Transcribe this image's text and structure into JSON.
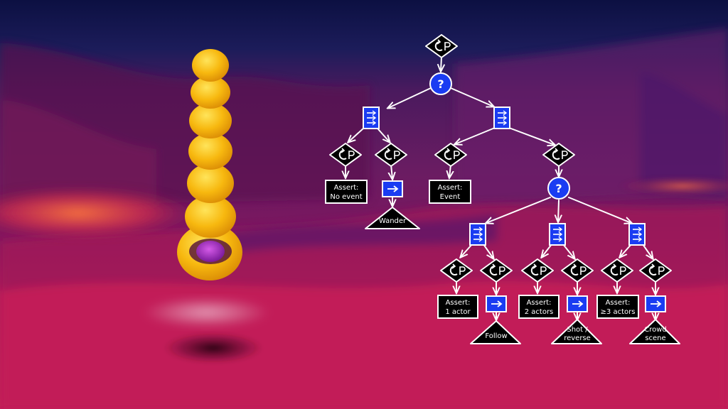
{
  "scene": {
    "character": "yellow-segmented-worm",
    "colors": {
      "sky_top": "#141a4a",
      "cave_mid": "#5a1a5a",
      "ground": "#c01e5a",
      "lava": "#ff6a3a",
      "worm": "#f7b80f",
      "worm_eye": "#b23cc8"
    }
  },
  "diagram": {
    "colors": {
      "node_blue": "#1a3cf2",
      "line_white": "#ffffff",
      "box_black": "#000000"
    },
    "labels": {
      "assert_no_event_1": "Assert:",
      "assert_no_event_2": "No event",
      "wander": "Wander",
      "assert_event_1": "Assert:",
      "assert_event_2": "Event",
      "assert_1actor_1": "Assert:",
      "assert_1actor_2": "1 actor",
      "follow": "Follow",
      "assert_2actors_1": "Assert:",
      "assert_2actors_2": "2 actors",
      "shot_reverse_1": "Shot /",
      "shot_reverse_2": "reverse",
      "assert_3actors_1": "Assert:",
      "assert_3actors_2": "≥3 actors",
      "crowd_scene_1": "Crowd",
      "crowd_scene_2": "scene"
    },
    "symbols": {
      "selector": "?",
      "decorator": "⟳P",
      "action": "→"
    }
  }
}
